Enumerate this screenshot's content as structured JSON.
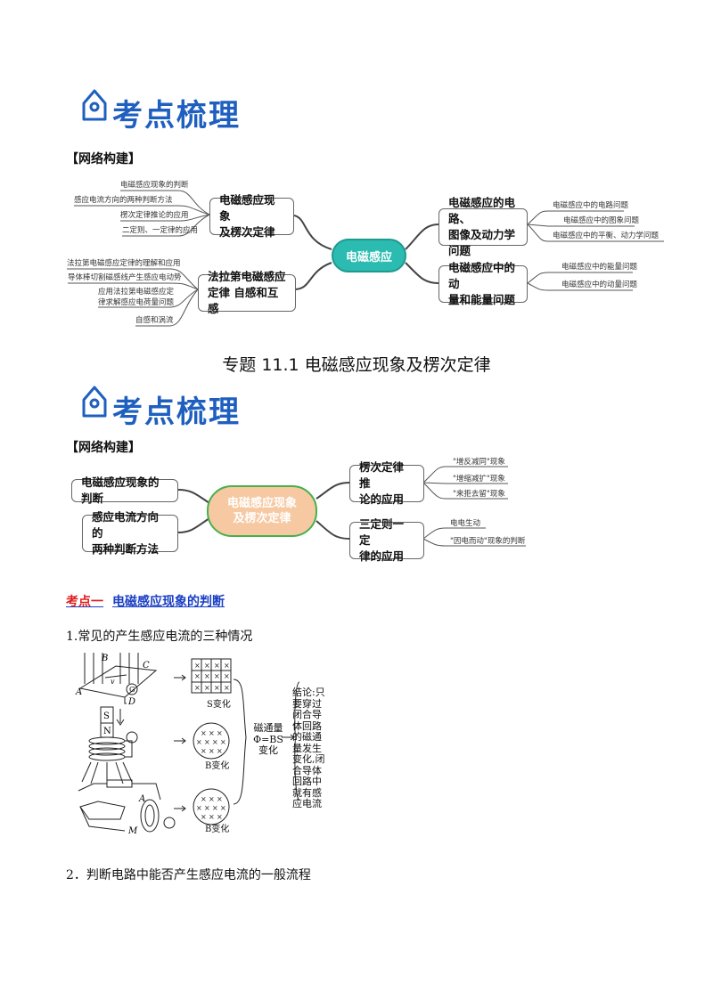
{
  "header_title": "考点梳理",
  "section_label": "【网络构建】",
  "mindmap1": {
    "center": "电磁感应",
    "left_top": {
      "title": "电磁感应现象\n及楞次定律",
      "leaves": [
        "电磁感应现象的判断",
        "感应电流方向的两种判断方法",
        "楞次定律推论的应用",
        "二定则、一定律的应用"
      ]
    },
    "left_bottom": {
      "title": "法拉第电磁感应\n定律 自感和互感",
      "leaves": [
        "法拉第电磁感应定律的理解和应用",
        "导体棒切割磁感线产生感应电动势",
        "应用法拉第电磁感应定\n律求解感应电荷量问题",
        "自感和涡流"
      ]
    },
    "right_top": {
      "title": "电磁感应的电路、\n图像及动力学问题",
      "leaves": [
        "电磁感应中的电路问题",
        "电磁感应中的图象问题",
        "电磁感应中的平衡、动力学问题"
      ]
    },
    "right_bottom": {
      "title": "电磁感应中的动\n量和能量问题",
      "leaves": [
        "电磁感应中的能量问题",
        "电磁感应中的动量问题"
      ]
    }
  },
  "subtitle": "专题 11.1 电磁感应现象及楞次定律",
  "mindmap2": {
    "center": "电磁感应现象\n及楞次定律",
    "left1": "电磁感应现象的判断",
    "left2": "感应电流方向的\n两种判断方法",
    "right1": {
      "title": "楞次定律推\n论的应用",
      "leaves": [
        "\"增反减同\"现象",
        "\"增缩减扩\"现象",
        "\"来拒去留\"现象"
      ]
    },
    "right2": {
      "title": "三定则一定\n律的应用",
      "leaves": [
        "电电生动",
        "\"因电而动\"现象的判断"
      ]
    }
  },
  "kaodian1": {
    "lead": "考点一",
    "title": "电磁感应现象的判断"
  },
  "para1": "1.常见的产生感应电流的三种情况",
  "figure": {
    "labels": {
      "B": "B",
      "v": "v",
      "C": "C",
      "A": "A",
      "D": "D",
      "G": "G",
      "S": "S",
      "N": "N",
      "A2": "A",
      "M": "M"
    },
    "s_change": "S变化",
    "b_change1": "B变化",
    "b_change2": "B变化",
    "flux_text": "磁通量\nΦ=BS\n变化",
    "conclusion": "结论:只\n要穿过\n闭合导\n体回路\n的磁通\n量发生\n变化,闭\n合导体\n回路中\n就有感\n应电流"
  },
  "para2": "2．判断电路中能否产生感应电流的一般流程",
  "colors": {
    "accent_blue": "#1f5fbf",
    "teal_center": "#2bbbb0",
    "peach_center": "#f6c9a2",
    "link_blue": "#1a3fc4",
    "red_lead": "#e01d1d"
  }
}
